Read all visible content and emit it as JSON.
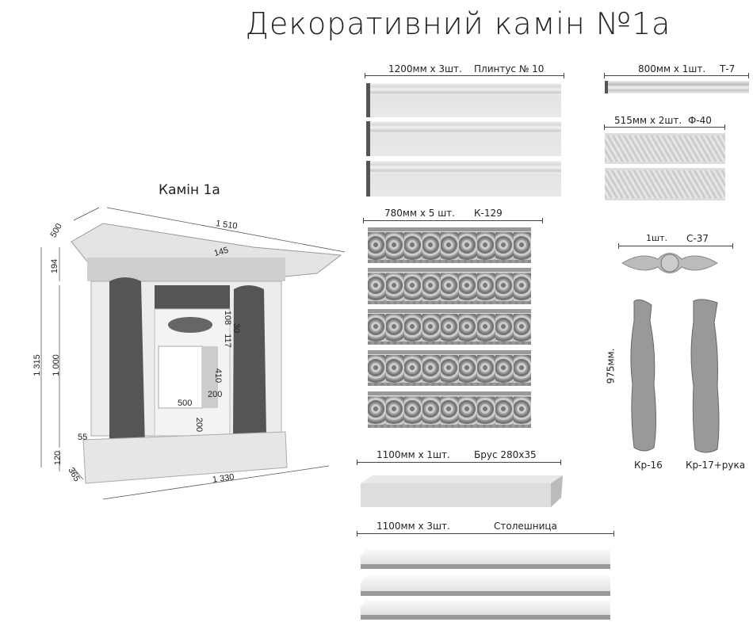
{
  "title": "Декоративний камін №1а",
  "fireplace": {
    "label": "Камін 1а",
    "dims": {
      "depth_top": "500",
      "width_top": "1 510",
      "d145": "145",
      "h194": "194",
      "h1315": "1 315",
      "h1000": "1 000",
      "d108": "108",
      "d30": "30",
      "d117": "117",
      "d410": "410",
      "d200a": "200",
      "d500": "500",
      "d200b": "200",
      "d55": "55",
      "h120": "120",
      "d365": "365",
      "w1330": "1 330"
    }
  },
  "parts": {
    "plinth": {
      "qty": "1200мм х 3шт.",
      "name": "Плинтус № 10"
    },
    "t7": {
      "qty": "800мм х 1шт.",
      "name": "Т-7"
    },
    "f40": {
      "qty": "515мм х 2шт.",
      "name": "Ф-40"
    },
    "k129": {
      "qty": "780мм х 5 шт.",
      "name": "К-129"
    },
    "c37": {
      "qty": "1шт.",
      "name": "С-37"
    },
    "statues": {
      "height": "975мм.",
      "left": "Кр-16",
      "right": "Кр-17+рука"
    },
    "brus": {
      "qty": "1100мм х 1шт.",
      "name": "Брус 280х35"
    },
    "top": {
      "qty": "1100мм х 3шт.",
      "name": "Столешница"
    }
  }
}
